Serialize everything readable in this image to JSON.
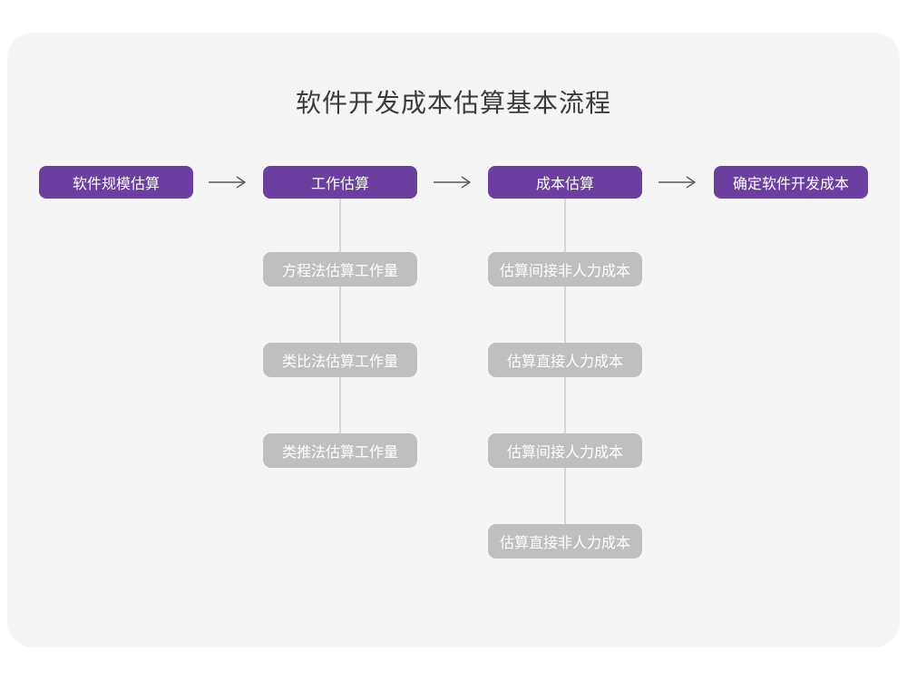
{
  "page": {
    "title": "软件开发成本估算基本流程"
  },
  "colors": {
    "accent": "#6B3FA0",
    "sub": "#BFBFBF",
    "canvas": "#F5F5F6",
    "connector": "#D4D4D4",
    "arrow": "#58585A",
    "title_text": "#3B3B3B",
    "box_text": "#FFFFFF"
  },
  "flow": {
    "stages": [
      {
        "label": "软件规模估算"
      },
      {
        "label": "工作估算"
      },
      {
        "label": "成本估算"
      },
      {
        "label": "确定软件开发成本"
      }
    ],
    "work_methods": [
      "方程法估算工作量",
      "类比法估算工作量",
      "类推法估算工作量"
    ],
    "cost_steps": [
      "估算间接非人力成本",
      "估算直接人力成本",
      "估算间接人力成本",
      "估算直接非人力成本"
    ]
  }
}
